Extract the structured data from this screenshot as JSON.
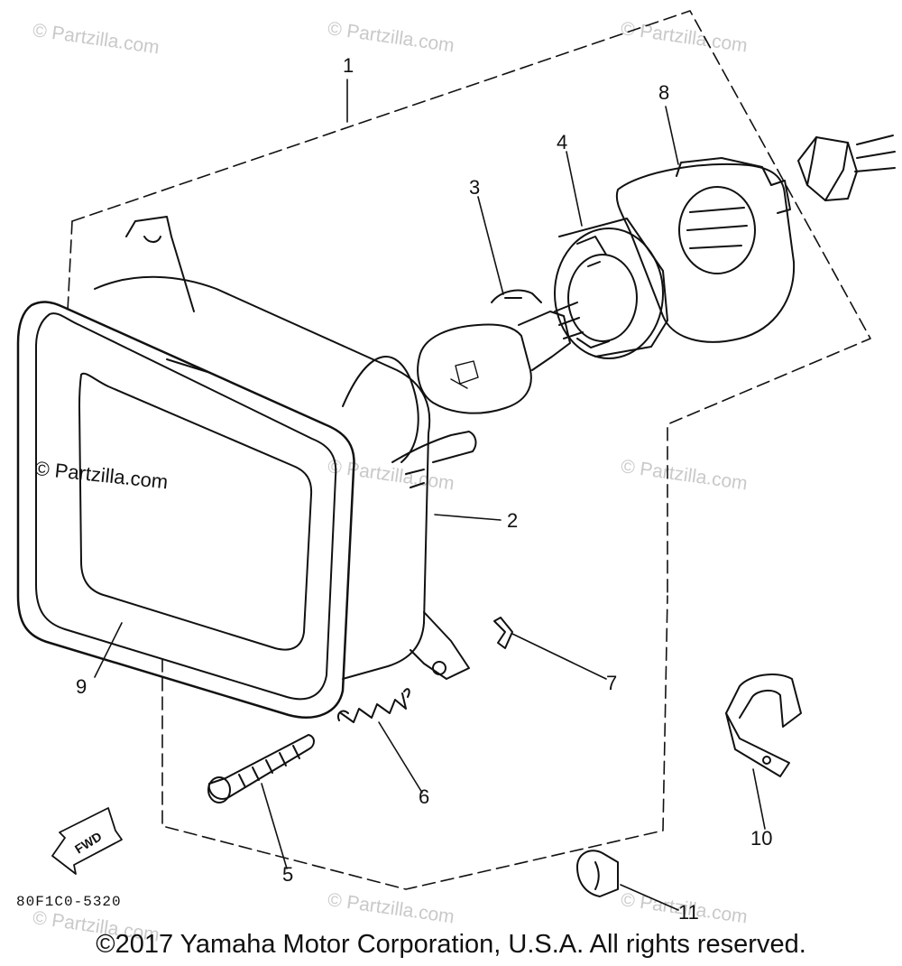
{
  "watermark": {
    "text": "© Partzilla.com",
    "main_text": "© Partzilla.com"
  },
  "callouts": {
    "c1": "1",
    "c2": "2",
    "c3": "3",
    "c4": "4",
    "c5": "5",
    "c6": "6",
    "c7": "7",
    "c8": "8",
    "c9": "9",
    "c10": "10",
    "c11": "11"
  },
  "diagram_code": "80F1C0-5320",
  "fwd_label": "FWD",
  "copyright": "©2017 Yamaha Motor Corporation, U.S.A. All rights reserved."
}
